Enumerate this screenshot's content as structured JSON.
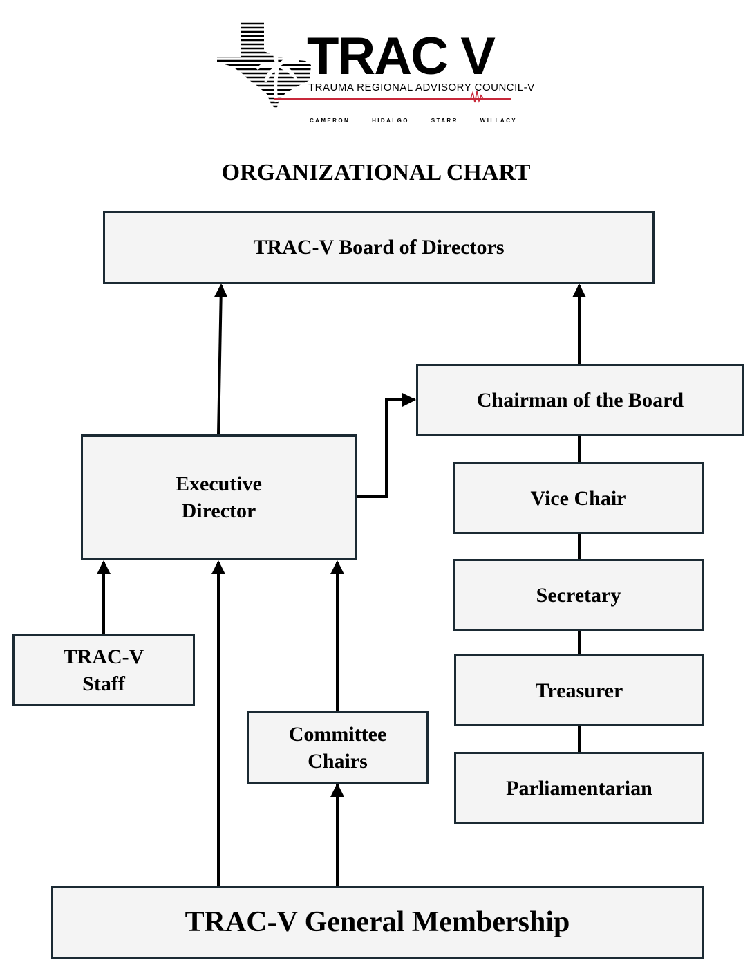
{
  "logo": {
    "title": "TRAC V",
    "subtitle": "TRAUMA REGIONAL ADVISORY COUNCIL-V",
    "counties": [
      "CAMERON",
      "HIDALGO",
      "STARR",
      "WILLACY"
    ]
  },
  "page_title": "ORGANIZATIONAL CHART",
  "nodes": {
    "board": "TRAC-V Board of Directors",
    "chairman": "Chairman of the Board",
    "executive_director": "Executive\nDirector",
    "vice_chair": "Vice Chair",
    "secretary": "Secretary",
    "treasurer": "Treasurer",
    "parliamentarian": "Parliamentarian",
    "staff": "TRAC-V\nStaff",
    "committee_chairs": "Committee\nChairs",
    "general_membership": "TRAC-V General Membership"
  },
  "colors": {
    "box_fill": "#f4f4f4",
    "box_border": "#1b2a33",
    "accent_red": "#c8283a"
  }
}
